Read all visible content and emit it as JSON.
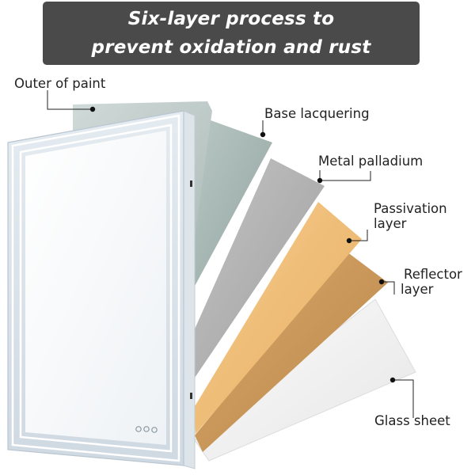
{
  "banner": {
    "line1": "Six-layer process to",
    "line2": "prevent oxidation and rust"
  },
  "layers": {
    "outer_paint": "Outer of paint",
    "base_lacquering": "Base lacquering",
    "metal_palladium": "Metal palladium",
    "passivation_line1": "Passivation",
    "passivation_line2": "layer",
    "reflector_line1": "Reflector",
    "reflector_line2": "layer",
    "glass_sheet": "Glass sheet"
  },
  "colors": {
    "banner_bg": "#4a4a4a",
    "banner_text": "#ffffff",
    "label_text": "#222222",
    "glass": "#f1f1f1",
    "reflector": "#c9975b",
    "passivation": "#f0c07c",
    "palladium": "#b2b2b2",
    "lacquer": "#a8b7b3",
    "outer_paint": "#c3cfcc",
    "mirror_face": "#f7f9fb",
    "led_frame": "#d7e1ea"
  }
}
